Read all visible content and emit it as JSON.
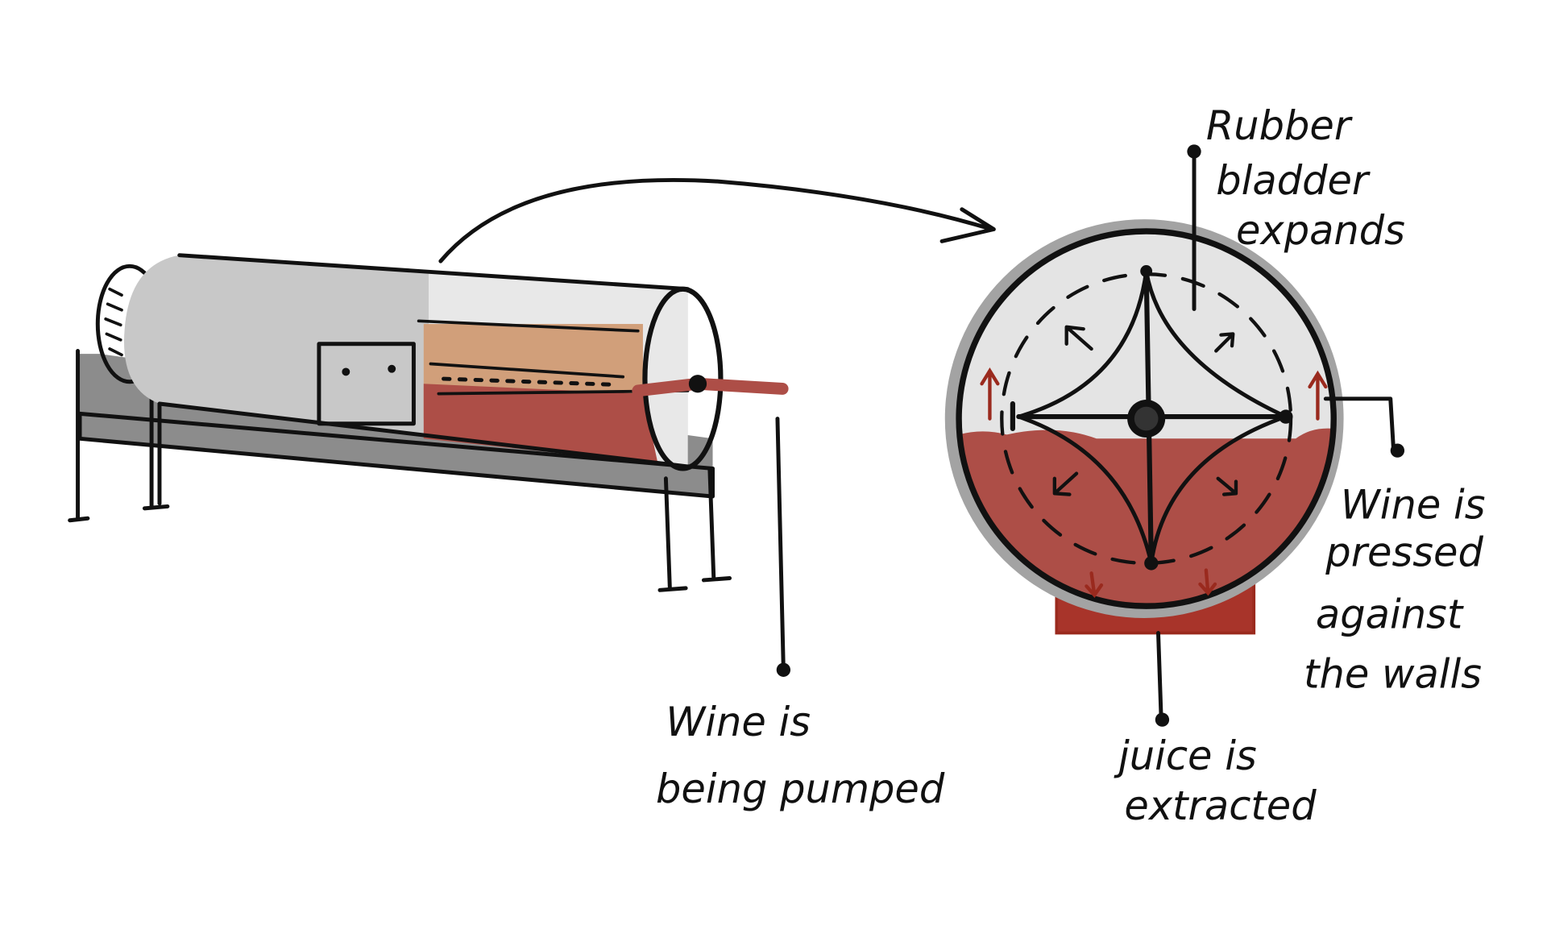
{
  "colors": {
    "wine": "#ad4e47",
    "wine_dark": "#9a2a1e",
    "bladder": "#d19f7a",
    "steel_light": "#e4e4e4",
    "steel_mid": "#bdbdbd",
    "steel_dark": "#8c8c8c",
    "ink": "#111111"
  },
  "labels": {
    "bladder": [
      "Rubber",
      "bladder",
      "expands"
    ],
    "pressed": [
      "Wine is",
      "pressed",
      "against",
      "the walls"
    ],
    "juice": [
      "juice is",
      "extracted"
    ],
    "pumped": [
      "Wine is",
      "being pumped"
    ]
  }
}
